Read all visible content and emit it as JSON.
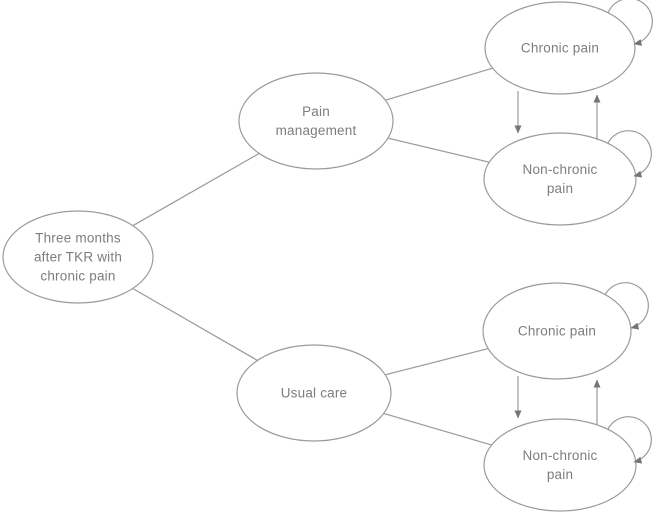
{
  "colors": {
    "background": "#ffffff",
    "stroke": "#9b9b9b",
    "arrow": "#757575",
    "text": "#7d7d7d"
  },
  "diagram": {
    "description": "Decision tree with Markov states",
    "nodes": {
      "root": {
        "label": "Three months\nafter TKR with\nchronic pain"
      },
      "pain_management": {
        "label": "Pain\nmanagement"
      },
      "chronic_top": {
        "label": "Chronic pain"
      },
      "non_chronic_top": {
        "label": "Non-chronic\npain"
      },
      "usual_care": {
        "label": "Usual care"
      },
      "chronic_bottom": {
        "label": "Chronic pain"
      },
      "non_chronic_bottom": {
        "label": "Non-chronic\npain"
      }
    },
    "edges": [
      {
        "from": "root",
        "to": "pain_management",
        "type": "line"
      },
      {
        "from": "root",
        "to": "usual_care",
        "type": "line"
      },
      {
        "from": "pain_management",
        "to": "chronic_top",
        "type": "line"
      },
      {
        "from": "pain_management",
        "to": "non_chronic_top",
        "type": "line"
      },
      {
        "from": "usual_care",
        "to": "chronic_bottom",
        "type": "line"
      },
      {
        "from": "usual_care",
        "to": "non_chronic_bottom",
        "type": "line"
      },
      {
        "from": "chronic_top",
        "to": "non_chronic_top",
        "type": "arrow"
      },
      {
        "from": "non_chronic_top",
        "to": "chronic_top",
        "type": "arrow"
      },
      {
        "from": "chronic_top",
        "to": "chronic_top",
        "type": "self-loop"
      },
      {
        "from": "non_chronic_top",
        "to": "non_chronic_top",
        "type": "self-loop"
      },
      {
        "from": "chronic_bottom",
        "to": "non_chronic_bottom",
        "type": "arrow"
      },
      {
        "from": "non_chronic_bottom",
        "to": "chronic_bottom",
        "type": "arrow"
      },
      {
        "from": "chronic_bottom",
        "to": "chronic_bottom",
        "type": "self-loop"
      },
      {
        "from": "non_chronic_bottom",
        "to": "non_chronic_bottom",
        "type": "self-loop"
      }
    ]
  }
}
